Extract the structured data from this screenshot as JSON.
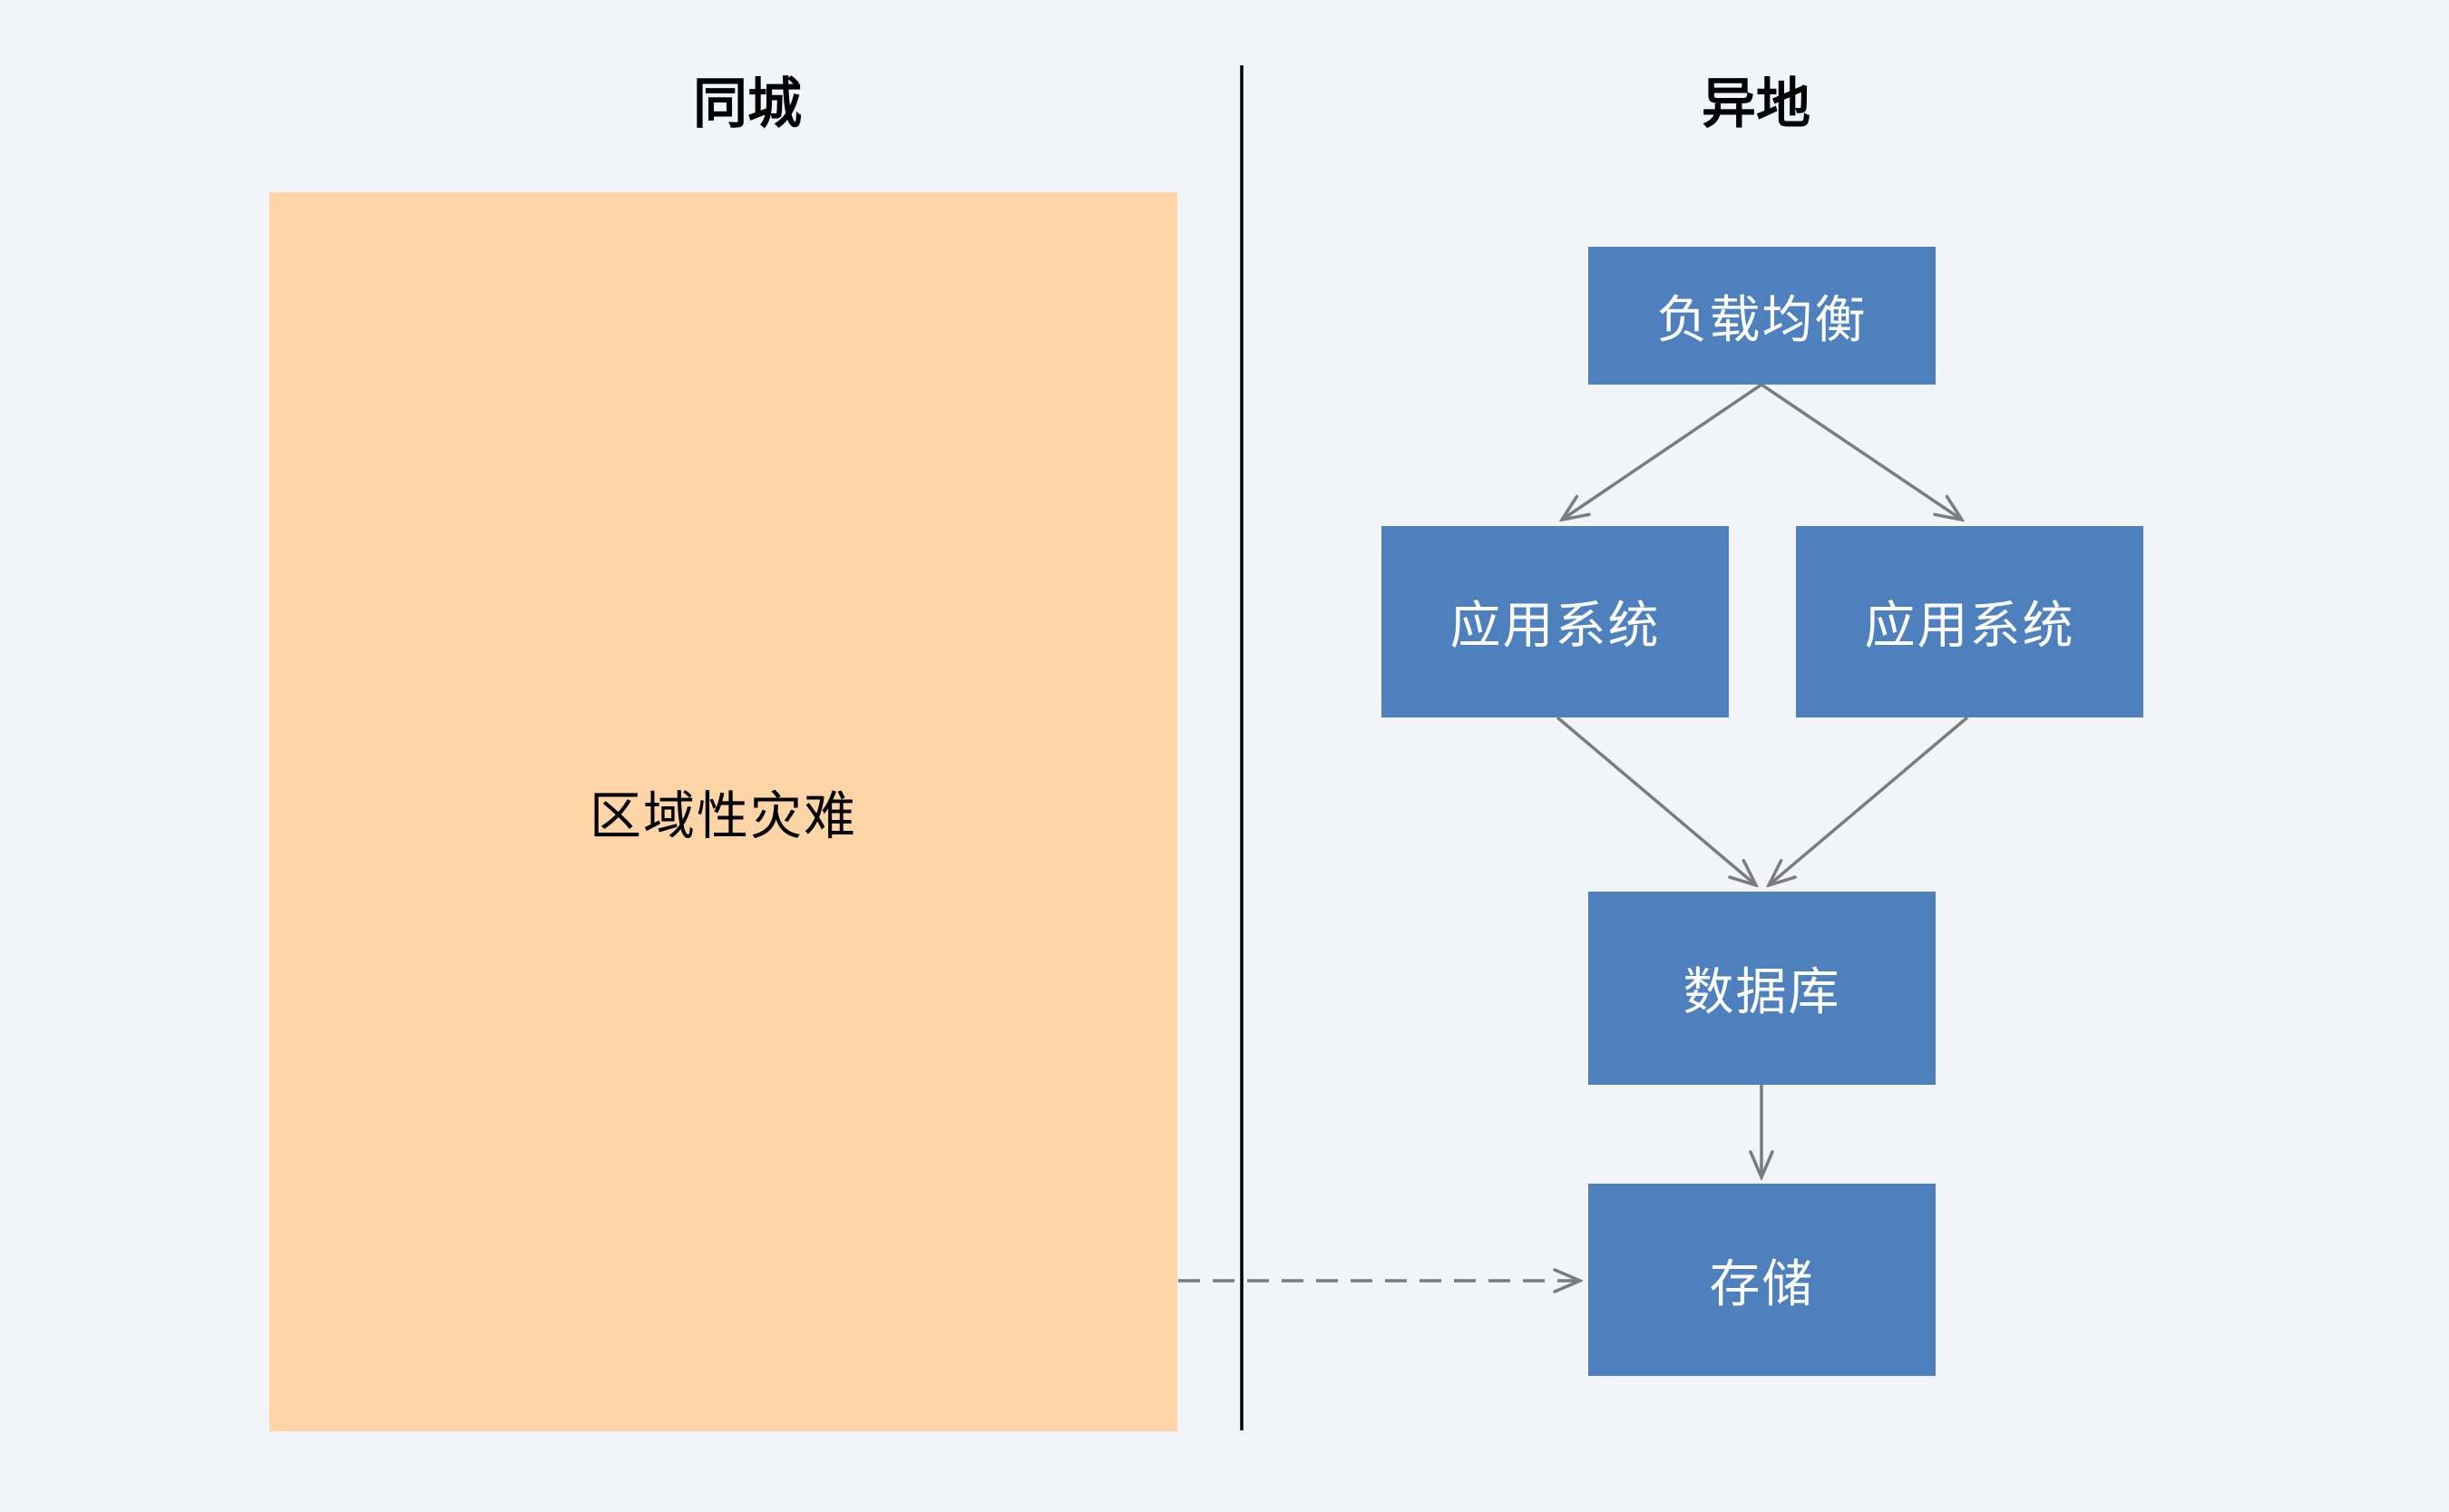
{
  "left_section": {
    "title": "同城",
    "region_label": "区域性灾难"
  },
  "right_section": {
    "title": "异地",
    "nodes": {
      "load_balancer": "负载均衡",
      "app_system_1": "应用系统",
      "app_system_2": "应用系统",
      "database": "数据库",
      "storage": "存储"
    }
  },
  "edges": [
    {
      "from": "load_balancer",
      "to": "app_system_1",
      "style": "solid"
    },
    {
      "from": "load_balancer",
      "to": "app_system_2",
      "style": "solid"
    },
    {
      "from": "app_system_1",
      "to": "database",
      "style": "solid"
    },
    {
      "from": "app_system_2",
      "to": "database",
      "style": "solid"
    },
    {
      "from": "database",
      "to": "storage",
      "style": "solid"
    },
    {
      "from": "region_disaster",
      "to": "storage",
      "style": "dashed"
    }
  ],
  "colors": {
    "background": "#F1F5FA",
    "region_fill": "#FDD5A6",
    "node_fill": "#4E80BD",
    "node_text": "#FFFFFF",
    "title_text": "#000000",
    "arrow": "#7C7C7C",
    "divider": "#000000"
  }
}
